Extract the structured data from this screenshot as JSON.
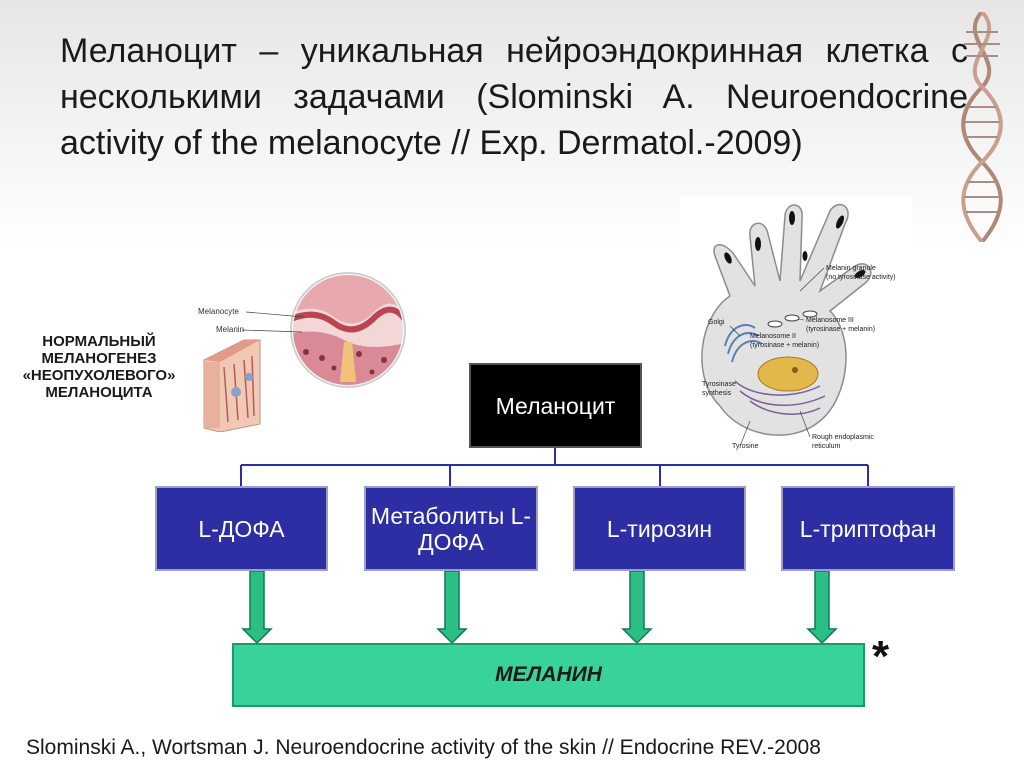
{
  "title": "Меланоцит – уникальная нейроэндокринная клетка с несколькими задачами (Slominski A. Neuroendocrine activity of the melanocyte // Exp. Dermatol.-2009)",
  "side_caption": [
    "НОРМАЛЬНЫЙ",
    "МЕЛАНОГЕНЕЗ",
    "«НЕОПУХОЛЕВОГО»",
    "МЕЛАНОЦИТА"
  ],
  "skin_figure": {
    "labels": [
      "Melanocyte",
      "Melanin"
    ]
  },
  "cell_figure": {
    "labels": [
      "Melanin granule",
      "(no tyrosinase activity)",
      "Golgi",
      "Melanosome III",
      "(tyrosinase + melanin)",
      "Melanosome II",
      "(tyrosinase + melanin)",
      "Tyrosinase",
      "synthesis",
      "Tyrosine",
      "Rough endoplasmic",
      "reticulum"
    ]
  },
  "root": "Меланоцит",
  "children": [
    "L-ДОФА",
    "Метаболиты L-ДОФА",
    "L-тирозин",
    "L-триптофан"
  ],
  "result": "МЕЛАНИН",
  "asterisk": "*",
  "citation": "Slominski A., Wortsman J.  Neuroendocrine activity of the skin // Endocrine REV.-2008",
  "colors": {
    "root_box": "#000000",
    "child_box": "#2e2ea4",
    "arrow": "#2bbf86",
    "result_bar": "#38d39a",
    "connector": "#2e2ea4"
  }
}
